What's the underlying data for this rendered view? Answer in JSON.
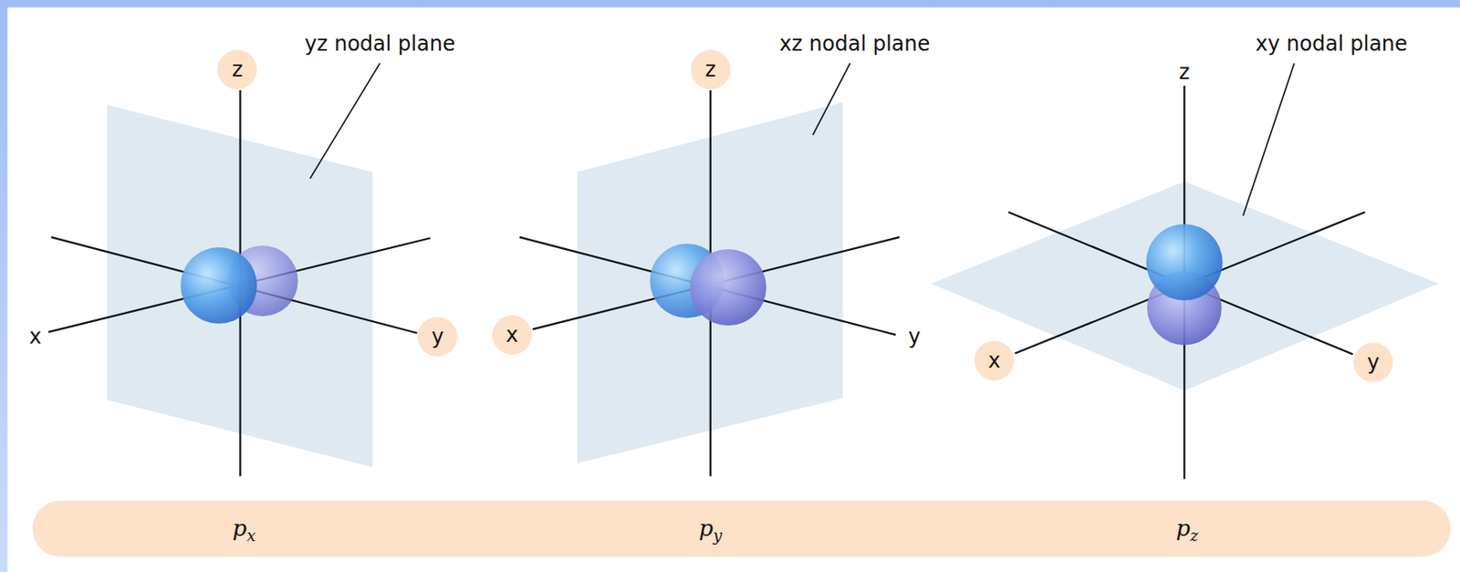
{
  "diagram": {
    "nodes": [
      {
        "text": [
          "z"
        ]
      },
      {
        "text": [
          "y"
        ]
      },
      {
        "text": [
          "z"
        ]
      },
      {
        "text": [
          "x"
        ]
      },
      {
        "text": [
          "x"
        ]
      },
      {
        "text": [
          "y"
        ]
      },
      {
        "text": [
          "px",
          "py",
          "pz"
        ]
      }
    ],
    "labels": [
      "yz nodal plane",
      "xz nodal plane",
      "xy nodal plane",
      "x",
      "y",
      "z"
    ]
  }
}
